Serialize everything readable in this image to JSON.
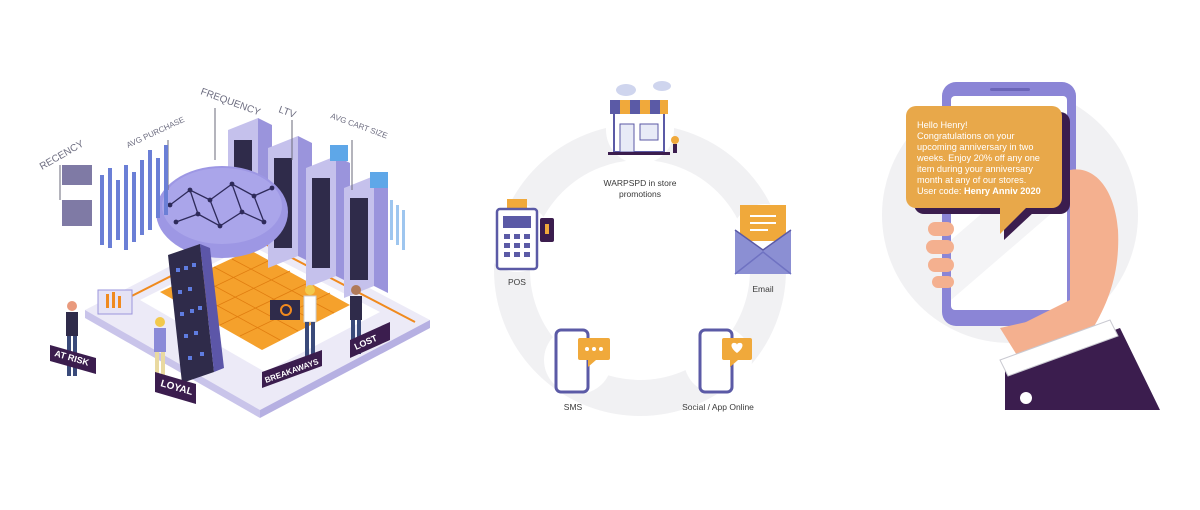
{
  "analytics": {
    "metrics": [
      "RECENCY",
      "AVG PURCHASE",
      "FREQUENCY",
      "LTV",
      "AVG CART SIZE"
    ],
    "segments": [
      "AT RISK",
      "LOYAL",
      "BREAKAWAYS",
      "LOST"
    ]
  },
  "channels": {
    "center": "WARPSPD in store promotions",
    "pos": "POS",
    "email": "Email",
    "sms": "SMS",
    "social": "Social / App Online"
  },
  "message": {
    "lines": [
      "Hello Henry!",
      "Congratulations on your",
      "upcoming anniversary in two",
      "weeks. Enjoy 20% off any one",
      "item during your anniversary",
      "month at any of our stores."
    ],
    "code_prefix": "User code: ",
    "code_value": "Henry Anniv 2020"
  },
  "colors": {
    "purple": "#8b85d6",
    "dark_purple": "#3b1d4e",
    "orange": "#f08a1e",
    "gold": "#e8a84a",
    "light_gray": "#f1f1f3"
  }
}
